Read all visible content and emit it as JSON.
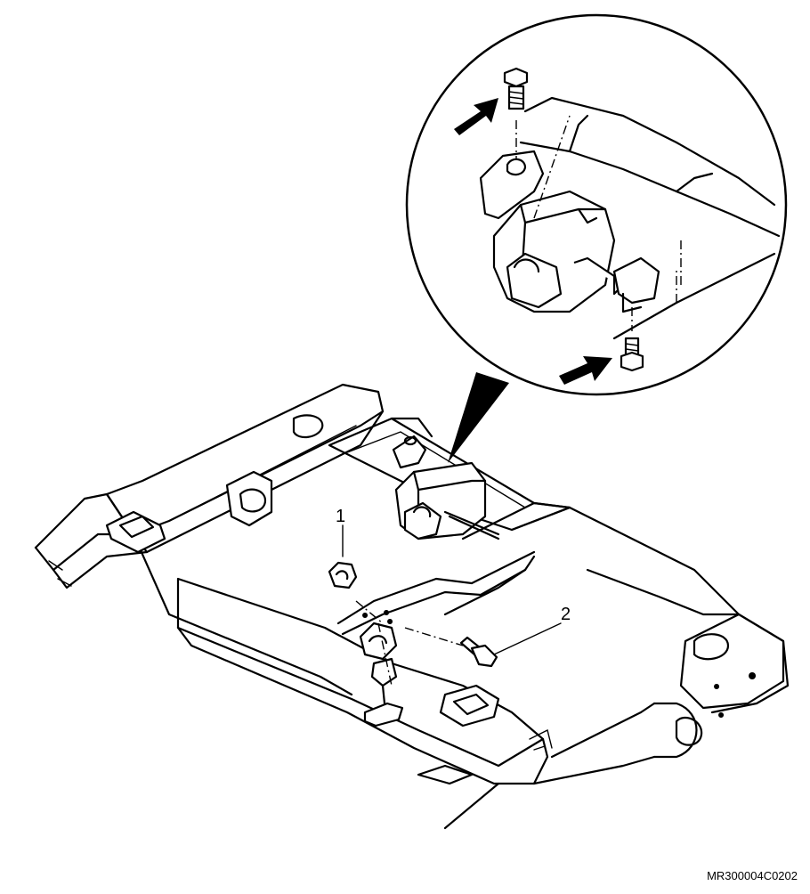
{
  "diagram": {
    "callouts": [
      {
        "id": "1",
        "label": "1"
      },
      {
        "id": "2",
        "label": "2"
      }
    ],
    "reference_code": "MR300004C0202",
    "icons": [
      "arrow-icon",
      "bolt-icon",
      "nut-icon",
      "mount-icon"
    ]
  }
}
